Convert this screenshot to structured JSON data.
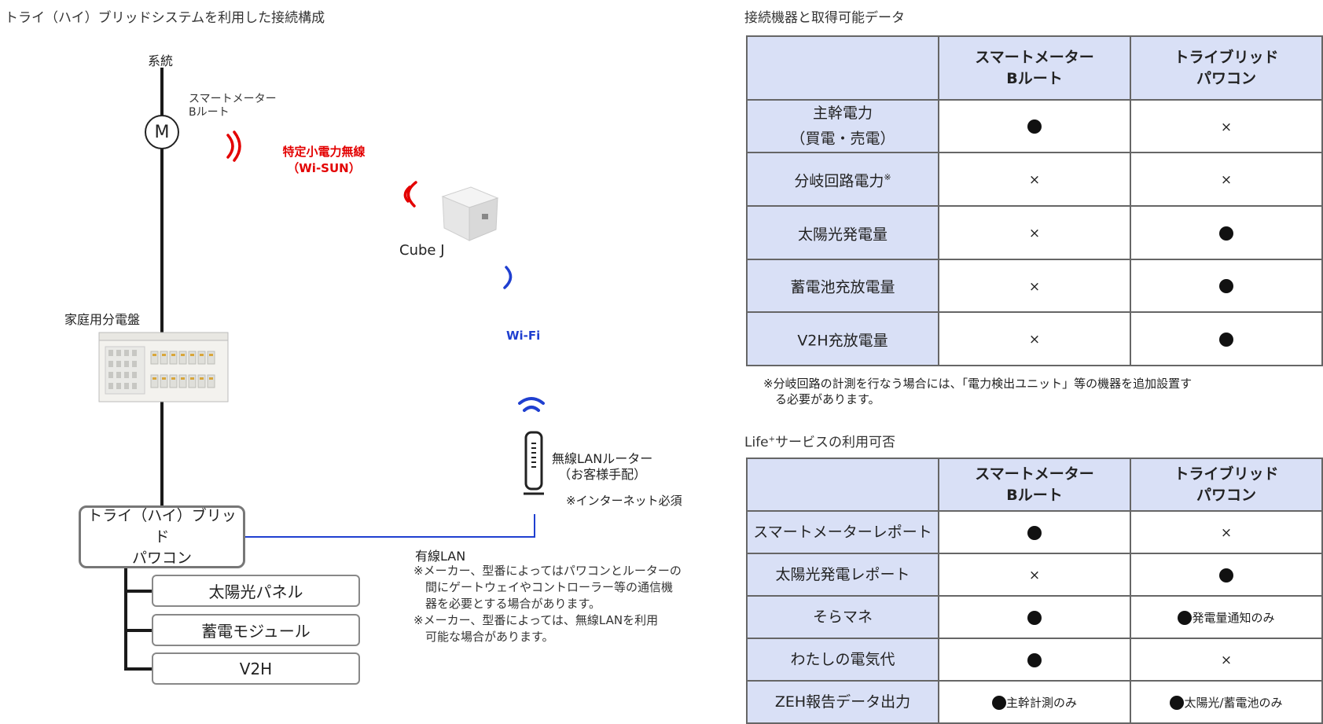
{
  "diagram": {
    "title": "トライ（ハイ）ブリッドシステムを利用した接続構成",
    "grid_label": "系統",
    "meter_symbol": "M",
    "meter_label": "スマートメーター\nBルート",
    "wisun_label": "特定小電力無線\n（Wi-SUN）",
    "cube_label": "Cube J",
    "wifi_label": "Wi-Fi",
    "panel_label": "家庭用分電盤",
    "router_label": "無線LANルーター\n（お客様手配）",
    "router_note": "※インターネット必須",
    "pcs_label": "トライ（ハイ）ブリッド\nパワコン",
    "devices": [
      "太陽光パネル",
      "蓄電モジュール",
      "V2H"
    ],
    "wired_lan_label": "有線LAN",
    "wired_lan_notes": "※メーカー、型番によってはパワコンとルーターの\n　間にゲートウェイやコントローラー等の通信機\n　器を必要とする場合があります。\n※メーカー、型番によっては、無線LANを利用\n　可能な場合があります。",
    "colors": {
      "wisun": "#e30000",
      "wifi": "#1f3fd0",
      "line": "#1a1a1a"
    }
  },
  "table1": {
    "title": "接続機器と取得可能データ",
    "headers": [
      "",
      "スマートメーター\nBルート",
      "トライブリッド\nパワコン"
    ],
    "rows": [
      {
        "label": "主幹電力\n（買電・売電）",
        "sup": "",
        "c1": "●",
        "c2": "×"
      },
      {
        "label": "分岐回路電力",
        "sup": "※",
        "c1": "×",
        "c2": "×"
      },
      {
        "label": "太陽光発電量",
        "sup": "",
        "c1": "×",
        "c2": "●"
      },
      {
        "label": "蓄電池充放電量",
        "sup": "",
        "c1": "×",
        "c2": "●"
      },
      {
        "label": "V2H充放電量",
        "sup": "",
        "c1": "×",
        "c2": "●"
      }
    ],
    "footnote": "※分岐回路の計測を行なう場合には、「電力検出ユニット」等の機器を追加設置す\n　る必要があります。"
  },
  "table2": {
    "title_prefix": "Life",
    "title_sup": "+",
    "title_suffix": "サービスの利用可否",
    "headers": [
      "",
      "スマートメーター\nBルート",
      "トライブリッド\nパワコン"
    ],
    "rows": [
      {
        "label": "スマートメーターレポート",
        "c1": "●",
        "c1_note": "",
        "c2": "×",
        "c2_note": ""
      },
      {
        "label": "太陽光発電レポート",
        "c1": "×",
        "c1_note": "",
        "c2": "●",
        "c2_note": ""
      },
      {
        "label": "そらマネ",
        "c1": "●",
        "c1_note": "",
        "c2": "●",
        "c2_note": "発電量通知のみ"
      },
      {
        "label": "わたしの電気代",
        "c1": "●",
        "c1_note": "",
        "c2": "×",
        "c2_note": ""
      },
      {
        "label": "ZEH報告データ出力",
        "c1": "●",
        "c1_note": "主幹計測のみ",
        "c2": "●",
        "c2_note": "太陽光/蓄電池のみ"
      }
    ]
  }
}
